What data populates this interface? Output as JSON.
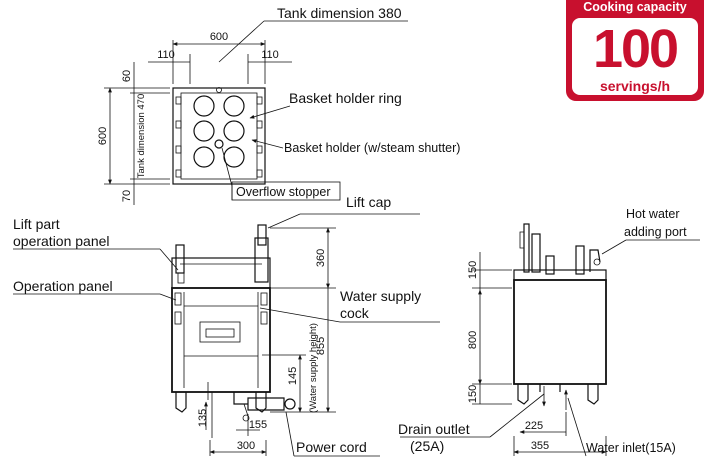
{
  "badge": {
    "title": "Cooking capacity",
    "number": "100",
    "unit": "servings/h",
    "color": "#c8102e"
  },
  "top_view": {
    "dim_total_width": "600",
    "dim_left_margin": "110",
    "dim_right_margin": "110",
    "dim_total_depth": "600",
    "dim_top_margin": "60",
    "dim_bottom_margin": "70",
    "tank_depth_label": "Tank dimension 470",
    "tank_width_label": "Tank dimension 380"
  },
  "front_view": {
    "dim_top": "360",
    "dim_height": "855",
    "dim_water_supply": "145",
    "water_supply_note": "(Water supply height)",
    "dim_left_bottom": "135",
    "dim_cord": "155",
    "dim_width": "300"
  },
  "side_view": {
    "dim_top": "150",
    "dim_body": "800",
    "dim_bottom": "150",
    "dim_inlet": "225",
    "dim_width": "355"
  },
  "labels": {
    "basket_holder_ring": "Basket holder ring",
    "basket_holder": "Basket holder (w/steam shutter)",
    "overflow_stopper": "Overflow stopper",
    "lift_cap": "Lift cap",
    "lift_part_line1": "Lift part",
    "lift_part_line2": "operation panel",
    "operation_panel": "Operation panel",
    "water_supply_line1": "Water supply",
    "water_supply_line2": "cock",
    "hot_water_line1": "Hot water",
    "hot_water_line2": "adding port",
    "drain_line1": "Drain outlet",
    "drain_line2": "(25A)",
    "water_inlet": "Water inlet(15A)",
    "power_cord": "Power cord"
  }
}
